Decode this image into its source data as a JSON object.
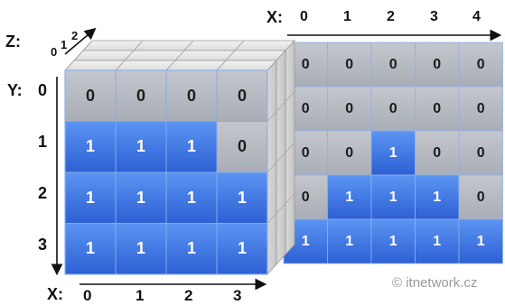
{
  "axis_labels": {
    "x": "X:",
    "y": "Y:",
    "z": "Z:"
  },
  "back_x_ticks": [
    "0",
    "1",
    "2",
    "3",
    "4"
  ],
  "front_x_ticks": [
    "0",
    "1",
    "2",
    "3"
  ],
  "y_ticks": [
    "0",
    "1",
    "2",
    "3"
  ],
  "z_ticks": [
    "0",
    "1",
    "2"
  ],
  "back_grid": [
    [
      "0",
      "0",
      "0",
      "0",
      "0"
    ],
    [
      "0",
      "0",
      "0",
      "0",
      "0"
    ],
    [
      "0",
      "0",
      "1",
      "0",
      "0"
    ],
    [
      "0",
      "1",
      "1",
      "1",
      "0"
    ],
    [
      "1",
      "1",
      "1",
      "1",
      "1"
    ]
  ],
  "front_grid": [
    [
      "0",
      "0",
      "0",
      "0"
    ],
    [
      "1",
      "1",
      "1",
      "0"
    ],
    [
      "1",
      "1",
      "1",
      "1"
    ],
    [
      "1",
      "1",
      "1",
      "1"
    ]
  ],
  "watermark": "© itnetwork.cz",
  "colors": {
    "zero_cell": "#b9bcc3",
    "one_cell_top": "#4d8bf0",
    "one_cell_bottom": "#2f63d6",
    "cube_top": "#e8e8e8",
    "cube_side": "#d0d0d0",
    "grid_line": "#7ea8e8",
    "zero_text": "#1c1c1c",
    "one_text": "#ffffff"
  }
}
